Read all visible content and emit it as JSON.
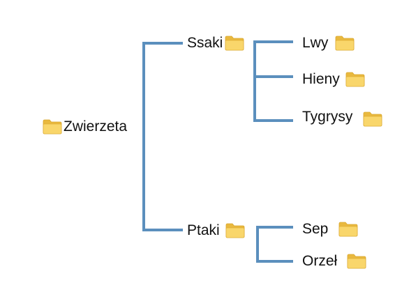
{
  "tree": {
    "root": {
      "label": "Zwierzeta",
      "icon": "folder-icon"
    },
    "branches": [
      {
        "label": "Ssaki",
        "icon": "folder-icon",
        "children": [
          {
            "label": "Lwy",
            "icon": "folder-icon"
          },
          {
            "label": "Hieny",
            "icon": "folder-icon"
          },
          {
            "label": "Tygrysy",
            "icon": "folder-icon"
          }
        ]
      },
      {
        "label": "Ptaki",
        "icon": "folder-icon",
        "children": [
          {
            "label": "Sep",
            "icon": "folder-icon"
          },
          {
            "label": "Orzeł",
            "icon": "folder-icon"
          }
        ]
      }
    ]
  },
  "colors": {
    "connector": "#5b8fbd",
    "folder_front": "#f9d66b",
    "folder_back": "#e9b93f",
    "folder_edge": "#d9a52b",
    "text": "#111111"
  }
}
